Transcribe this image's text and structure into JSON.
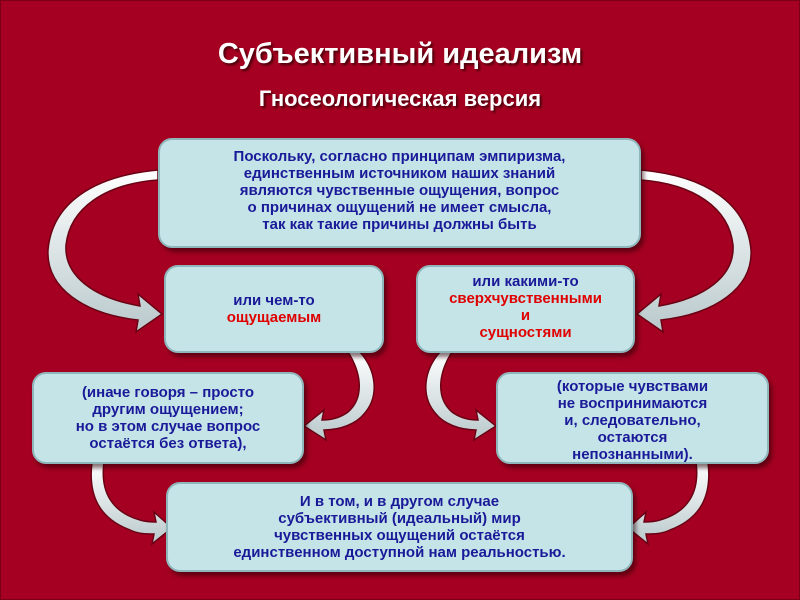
{
  "title": "Субъективный идеализм",
  "subtitle": "Гносеологическая версия",
  "colors": {
    "background": "#a50021",
    "box": "#c4e4e8",
    "box_text": "#1a1a99",
    "accent_text": "#e00000"
  },
  "boxes": {
    "top": {
      "lines": [
        "Поскольку, согласно принципам эмпиризма,",
        "единственным источником наших знаний",
        "являются чувственные ощущения, вопрос",
        "о причинах ощущений не имеет смысла,",
        "так как такие причины должны быть"
      ]
    },
    "mid_left": {
      "line1": "или чем-то",
      "line2": "ощущаемым"
    },
    "mid_right": {
      "line1": "или какими-то",
      "line2": "сверхчувственными",
      "line3": "и",
      "line4": "сущностями"
    },
    "low_left": {
      "lines": [
        "(иначе говоря – просто",
        "другим ощущением;",
        "но в этом случае вопрос",
        "остаётся без ответа),"
      ]
    },
    "low_right": {
      "lines": [
        "(которые чувствами",
        "не воспринимаются",
        "и, следовательно,",
        "остаются",
        "непознанными)."
      ]
    },
    "bottom": {
      "lines": [
        "И в том, и в другом случае",
        "субъективный (идеальный) мир",
        "чувственных ощущений остаётся",
        "единственном доступной нам реальностью."
      ]
    }
  }
}
